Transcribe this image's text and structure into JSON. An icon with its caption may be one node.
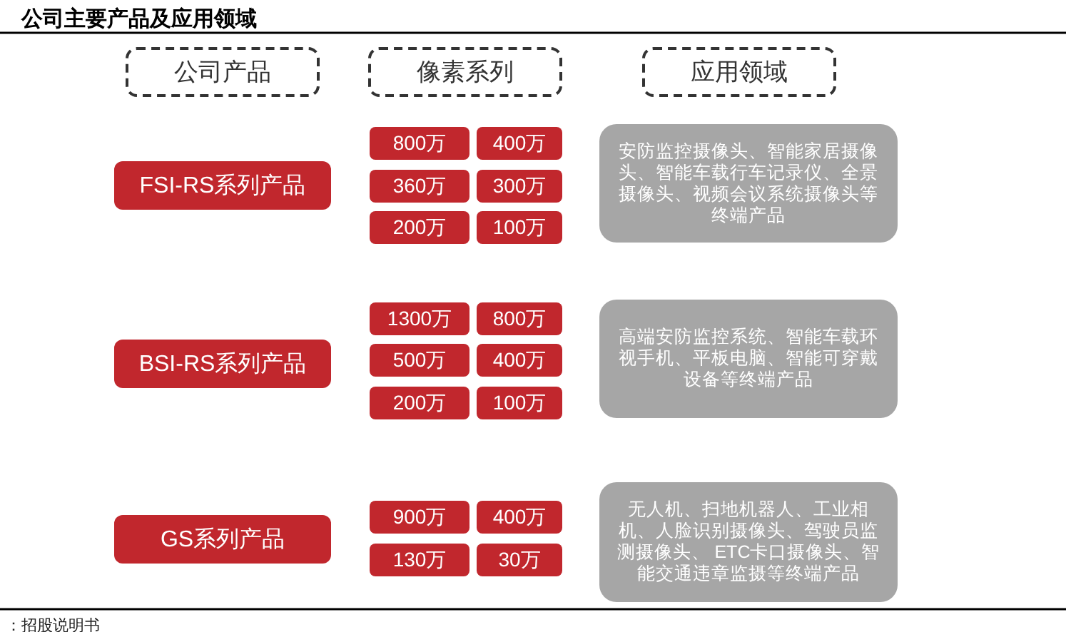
{
  "diagram": {
    "title": "公司主要产品及应用领域",
    "nodes": [
      {
        "text": [
          "公司产品"
        ]
      },
      {
        "text": [
          "像素系列"
        ]
      },
      {
        "text": [
          "应用领域"
        ]
      },
      {
        "text": [
          "FSI-RS系列产品"
        ]
      },
      {
        "text": [
          "800万"
        ]
      },
      {
        "text": [
          "400万"
        ]
      },
      {
        "text": [
          "360万"
        ]
      },
      {
        "text": [
          "300万"
        ]
      },
      {
        "text": [
          "200万"
        ]
      },
      {
        "text": [
          "100万"
        ]
      },
      {
        "text": [
          "安防监控摄像头、智能家居摄像头、智能车载行车记录仪、全景摄像头、视频会议系统摄像头等终端产品"
        ]
      },
      {
        "text": [
          "BSI-RS系列产品"
        ]
      },
      {
        "text": [
          "1300万"
        ]
      },
      {
        "text": [
          "800万"
        ]
      },
      {
        "text": [
          "500万"
        ]
      },
      {
        "text": [
          "400万"
        ]
      },
      {
        "text": [
          "200万"
        ]
      },
      {
        "text": [
          "100万"
        ]
      },
      {
        "text": [
          "高端安防监控系统、智能车载环视手机、平板电脑、智能可穿戴设备等终端产品"
        ]
      },
      {
        "text": [
          "GS系列产品"
        ]
      },
      {
        "text": [
          "900万"
        ]
      },
      {
        "text": [
          "400万"
        ]
      },
      {
        "text": [
          "130万"
        ]
      },
      {
        "text": [
          "30万"
        ]
      },
      {
        "text": [
          "无人机、扫地机器人、工业相机、人脸识别摄像头、驾驶员监测摄像头、 ETC卡口摄像头、智能交通违章监摄等终端产品"
        ]
      }
    ],
    "edges": [],
    "caption": "：招股说明书"
  }
}
